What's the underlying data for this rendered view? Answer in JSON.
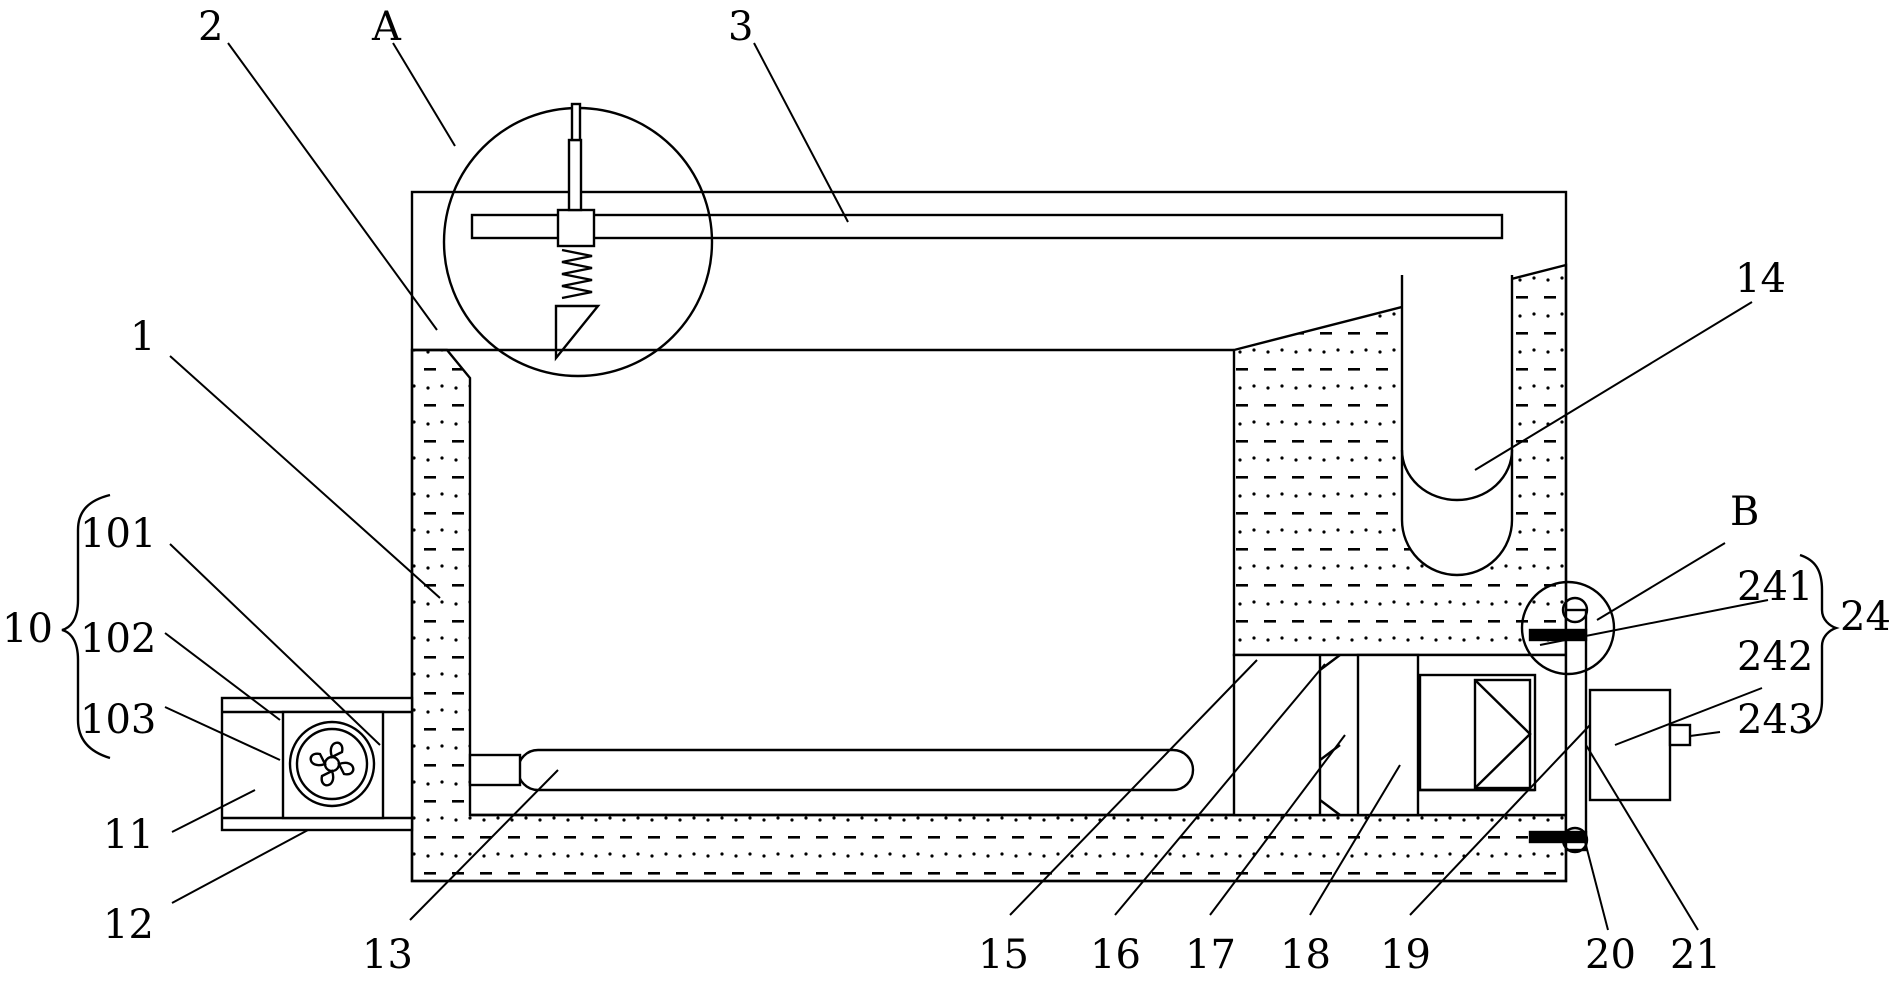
{
  "callouts": [
    {
      "id": "A",
      "text": "A"
    },
    {
      "id": "2",
      "text": "2"
    },
    {
      "id": "3",
      "text": "3"
    },
    {
      "id": "1",
      "text": "1"
    },
    {
      "id": "14",
      "text": "14"
    },
    {
      "id": "B",
      "text": "B"
    },
    {
      "id": "241",
      "text": "241"
    },
    {
      "id": "24",
      "text": "24"
    },
    {
      "id": "242",
      "text": "242"
    },
    {
      "id": "243",
      "text": "243"
    },
    {
      "id": "10",
      "text": "10"
    },
    {
      "id": "101",
      "text": "101"
    },
    {
      "id": "102",
      "text": "102"
    },
    {
      "id": "103",
      "text": "103"
    },
    {
      "id": "11",
      "text": "11"
    },
    {
      "id": "12",
      "text": "12"
    },
    {
      "id": "13",
      "text": "13"
    },
    {
      "id": "15",
      "text": "15"
    },
    {
      "id": "16",
      "text": "16"
    },
    {
      "id": "17",
      "text": "17"
    },
    {
      "id": "18",
      "text": "18"
    },
    {
      "id": "19",
      "text": "19"
    },
    {
      "id": "20",
      "text": "20"
    },
    {
      "id": "21",
      "text": "21"
    }
  ]
}
